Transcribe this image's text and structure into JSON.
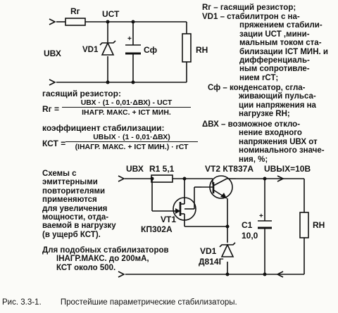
{
  "circuit1": {
    "rg_label": "Rг",
    "ust_label": "UСТ",
    "uvx_label": "UВХ",
    "vd1_label": "VD1",
    "cf_label": "Cф",
    "rn_label": "RН",
    "plus_label": "+"
  },
  "legend": {
    "rg": "Rг – гасящий резистор;",
    "vd1": [
      "VD1 – стабилитрон с на-",
      "пряжением стабили-",
      "зации UСТ ,мини-",
      "мальным током ста-",
      "билизации IСТ МИН. и",
      "дифференциаль-",
      "ным сопротивле-",
      "нием rСТ;"
    ],
    "cf": [
      "Сф – конденсатор, сгла-",
      "живающий пульса-",
      "ции напряжения на",
      "нагрузке RН;"
    ],
    "dvx": [
      "ΔВХ – возможное откло-",
      "нение входного",
      "напряжения UВХ от",
      "номинального значе-",
      "ния, %;"
    ]
  },
  "formulas": {
    "rg_heading": "гасящий резистор:",
    "rg_lhs": "Rг =",
    "rg_num": "UВХ · (1 - 0,01·ΔВХ) - UСТ",
    "rg_den": "IНАГР. МАКС. + IСТ МИН.",
    "kst_heading": "коэффициент стабилизации:",
    "kst_lhs": "КСТ =",
    "kst_num": "UВЫХ · (1 - 0,01·ΔВХ)",
    "kst_den": "(IНАГР. МАКС. + IСТ МИН.) · rСТ"
  },
  "description": {
    "para1": [
      "Схемы с",
      "эмиттерными",
      "повторителями",
      "применяются",
      "для увеличения",
      "мощности, отда-",
      "ваемой в нагрузку",
      "(в ущерб КСТ)."
    ],
    "para2": [
      "Для подобных стабилизаторов",
      "IНАГР.МАКС. до 200мА,",
      "КСТ около 500."
    ]
  },
  "circuit2": {
    "uvx_label": "UВХ",
    "r1_label": "R1  5,1",
    "vt2_label": "VT2  КТ837А",
    "uvyx_label": "UВЫХ=10В",
    "vt1_label": "VT1",
    "vt1_part": "КП302А",
    "c1_label": "C1",
    "c1_value": "10,0",
    "rn_label": "RН",
    "vd1_label": "VD1",
    "vd1_part": "Д814Г",
    "plus_label": "+"
  },
  "caption": {
    "number": "Рис. 3.3-1.",
    "text": "Простейшие параметрические стабилизаторы."
  }
}
